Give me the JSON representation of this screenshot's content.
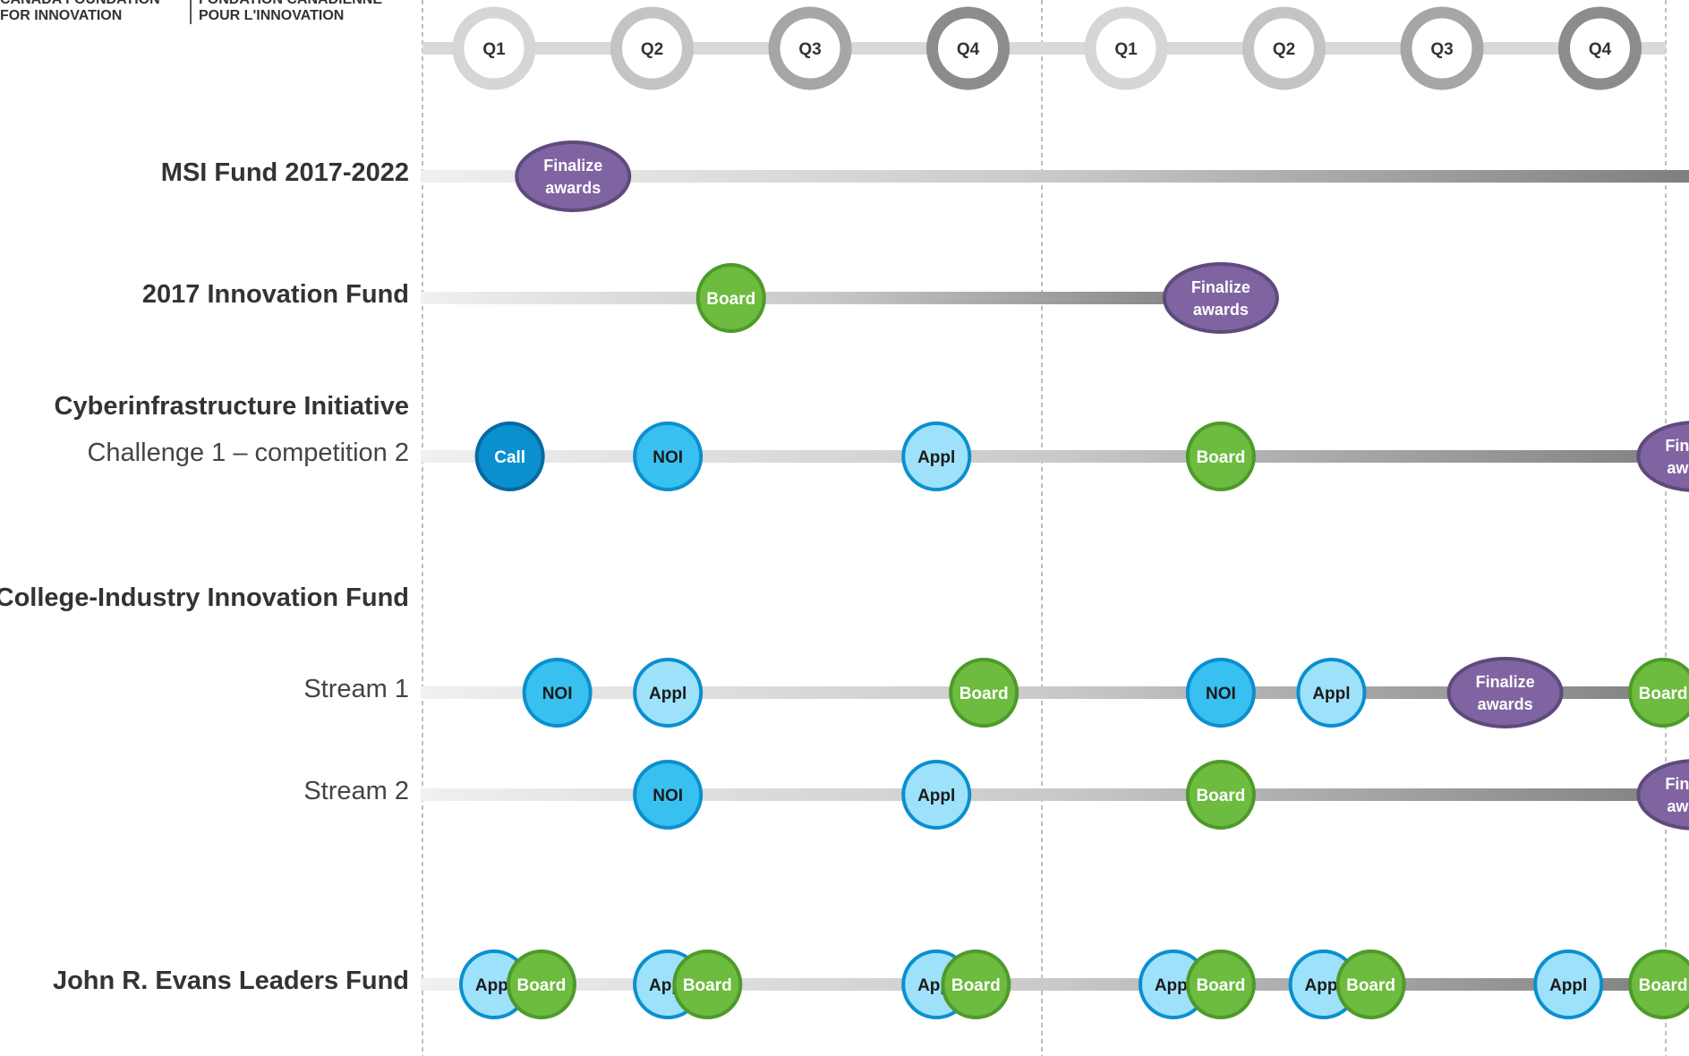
{
  "logo": {
    "left_text": "CANADA FOUNDATION\nFOR INNOVATION",
    "right_text": "FONDATION CANADIENNE\nPOUR L'INNOVATION"
  },
  "quarters": [
    "Q1",
    "Q2",
    "Q3",
    "Q4",
    "Q1",
    "Q2",
    "Q3",
    "Q4"
  ],
  "rows": [
    {
      "id": "msi",
      "label": "MSI Fund 2017-2022",
      "style": "bold",
      "events": [
        {
          "label": "Finalize awards",
          "type": "finalize",
          "x": 0.5
        }
      ]
    },
    {
      "id": "inno2017",
      "label": "2017 Innovation Fund",
      "style": "bold",
      "events": [
        {
          "label": "Board",
          "type": "board",
          "x": 1.5
        },
        {
          "label": "Finalize awards",
          "type": "finalize",
          "x": 4.6
        }
      ]
    },
    {
      "id": "cyber",
      "label": "Challenge 1 – competition 2",
      "style": "plain",
      "heading": "Cyberinfrastructure Initiative",
      "events": [
        {
          "label": "Call",
          "type": "call",
          "x": 0.1
        },
        {
          "label": "NOI",
          "type": "noi",
          "x": 1.1
        },
        {
          "label": "Appl",
          "type": "appl",
          "x": 2.8
        },
        {
          "label": "Board",
          "type": "board",
          "x": 4.6
        },
        {
          "label": "Finalize awards",
          "type": "finalize",
          "x": 7.6
        }
      ]
    },
    {
      "id": "cif-heading",
      "label": "College-Industry Innovation Fund",
      "style": "bold",
      "events": []
    },
    {
      "id": "stream1",
      "label": "Stream 1",
      "style": "plain",
      "events": [
        {
          "label": "NOI",
          "type": "noi",
          "x": 0.4
        },
        {
          "label": "Appl",
          "type": "appl",
          "x": 1.1
        },
        {
          "label": "Board",
          "type": "board",
          "x": 3.1
        },
        {
          "label": "NOI",
          "type": "noi",
          "x": 4.6
        },
        {
          "label": "Appl",
          "type": "appl",
          "x": 5.3
        },
        {
          "label": "Finalize awards",
          "type": "finalize",
          "x": 6.4
        },
        {
          "label": "Board",
          "type": "board",
          "x": 7.4
        }
      ]
    },
    {
      "id": "stream2",
      "label": "Stream 2",
      "style": "plain",
      "events": [
        {
          "label": "NOI",
          "type": "noi",
          "x": 1.1
        },
        {
          "label": "Appl",
          "type": "appl",
          "x": 2.8
        },
        {
          "label": "Board",
          "type": "board",
          "x": 4.6
        },
        {
          "label": "Finalize awards",
          "type": "finalize",
          "x": 7.6
        }
      ]
    },
    {
      "id": "jelf",
      "label": "John R. Evans Leaders Fund",
      "style": "bold",
      "events": [
        {
          "label": "Appl",
          "type": "appl",
          "x": 0.0
        },
        {
          "label": "Board",
          "type": "board",
          "x": 0.3
        },
        {
          "label": "Appl",
          "type": "appl",
          "x": 1.1
        },
        {
          "label": "Board",
          "type": "board",
          "x": 1.35
        },
        {
          "label": "Appl",
          "type": "appl",
          "x": 2.8
        },
        {
          "label": "Board",
          "type": "board",
          "x": 3.05
        },
        {
          "label": "Appl",
          "type": "appl",
          "x": 4.3
        },
        {
          "label": "Board",
          "type": "board",
          "x": 4.6
        },
        {
          "label": "Appl",
          "type": "appl",
          "x": 5.25
        },
        {
          "label": "Board",
          "type": "board",
          "x": 5.55
        },
        {
          "label": "Appl",
          "type": "appl",
          "x": 6.8
        },
        {
          "label": "Board",
          "type": "board",
          "x": 7.4
        }
      ]
    }
  ],
  "colors": {
    "finalize": "#8064a2",
    "finalize_stroke": "#5f4a7d",
    "board": "#6dbb3f",
    "board_stroke": "#4e9a2a",
    "noi": "#37c0f0",
    "noi_stroke": "#0a8fcf",
    "appl": "#9ee1fb",
    "appl_stroke": "#0a8fcf",
    "call": "#0a8fcf",
    "call_stroke": "#0669a3",
    "text_light": "#ffffff",
    "text_dark": "#1a1a1a"
  }
}
